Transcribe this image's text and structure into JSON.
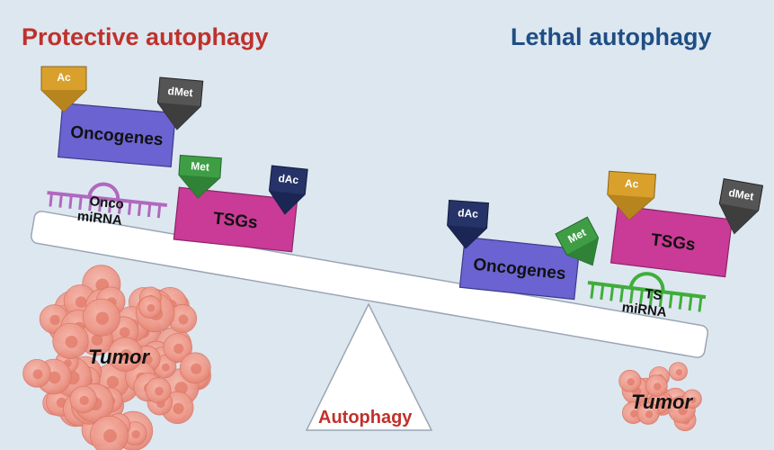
{
  "titles": {
    "left": "Protective autophagy",
    "right": "Lethal autophagy",
    "left_color": "#c0312b",
    "right_color": "#1f4e85"
  },
  "fulcrum_label": "Autophagy",
  "fulcrum_label_color": "#c0312b",
  "left_side": {
    "oncogenes": "Oncogenes",
    "oncogenes_tag_ac": "Ac",
    "oncogenes_tag_dmet": "dMet",
    "mirna_line1": "Onco",
    "mirna_line2": "miRNA",
    "tsgs": "TSGs",
    "tsgs_tag_met": "Met",
    "tsgs_tag_dac": "dAc",
    "tumor": "Tumor"
  },
  "right_side": {
    "oncogenes": "Oncogenes",
    "oncogenes_tag_dac": "dAc",
    "oncogenes_tag_met": "Met",
    "tsgs": "TSGs",
    "tsgs_tag_ac": "Ac",
    "tsgs_tag_dmet": "dMet",
    "mirna_line1": "TS",
    "mirna_line2": "miRNA",
    "tumor": "Tumor"
  },
  "colors": {
    "oncogene_box": "#6b63d1",
    "tsg_box": "#c93b97",
    "ac_tag": "#d9a02c",
    "dmet_tag": "#555555",
    "met_tag": "#3f9e45",
    "dac_tag": "#253368",
    "onco_mirna": "#b168c0",
    "ts_mirna": "#3fae3a",
    "tumor": "#f0a093"
  }
}
